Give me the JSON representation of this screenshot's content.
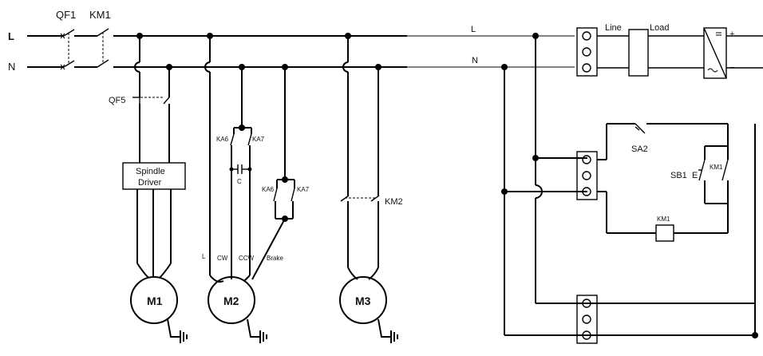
{
  "labels": {
    "QF1": "QF1",
    "KM1": "KM1",
    "L": "L",
    "N": "N",
    "L_right": "L",
    "N_right": "N",
    "QF5": "QF5",
    "spindle_driver_1": "Spindle",
    "spindle_driver_2": "Driver",
    "KA6_a": "KA6",
    "KA7_a": "KA7",
    "C": "C",
    "KA6_b": "KA6",
    "KA7_b": "KA7",
    "KM2": "KM2",
    "L_small": "L",
    "CW": "CW",
    "CCW": "CCW",
    "Brake": "Brake",
    "M1": "M1",
    "M2": "M2",
    "M3": "M3",
    "Line": "Line",
    "Load": "Load",
    "plus": "+",
    "minus": "−",
    "SA2": "SA2",
    "SB1": "SB1",
    "E": "E",
    "KM1_contact": "KM1",
    "KM1_coil": "KM1"
  }
}
